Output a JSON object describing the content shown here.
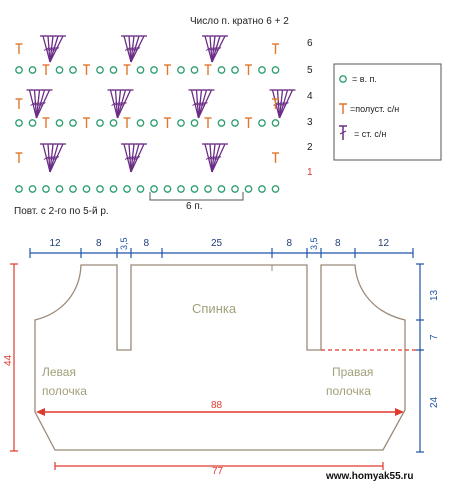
{
  "chart_header": {
    "multiple_note": "Число п. кратно 6 + 2",
    "repeat_note": "Повт. с 2-го по 5-й р.",
    "span_label": "6 п."
  },
  "row_numbers": [
    "6",
    "5",
    "4",
    "3",
    "2",
    "1"
  ],
  "legend": {
    "chain": "= в. п.",
    "half_dc": "=полуст. с/н",
    "dc": "= ст. с/н"
  },
  "pattern": {
    "top_dims": [
      "12",
      "8",
      "3,5",
      "8",
      "25",
      "8",
      "3,5",
      "8",
      "12"
    ],
    "right_dims": [
      "13",
      "7",
      "24"
    ],
    "left_height": "44",
    "width_total": "88",
    "bottom_width": "77",
    "back_label": "Спинка",
    "left_front_label": [
      "Левая",
      "полочка"
    ],
    "right_front_label": [
      "Правая",
      "полочка"
    ]
  },
  "watermark": "www.homyak55.ru",
  "colors": {
    "chain": "#2e9e6e",
    "stitch": "#6a2c86",
    "half": "#e0782e",
    "line": "#9a8a78",
    "blue": "#1f55a6",
    "red": "#e0392e",
    "label": "#a2a07a"
  }
}
